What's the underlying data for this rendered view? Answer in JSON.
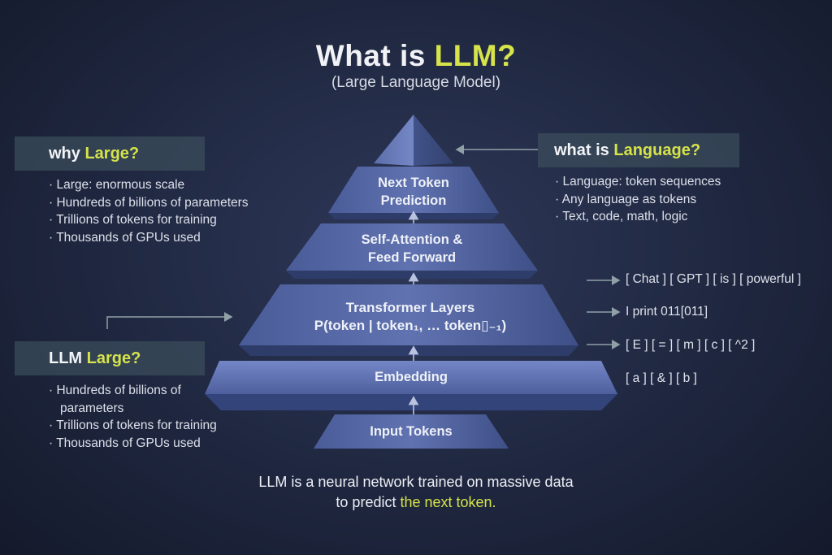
{
  "title": {
    "prefix": "What is ",
    "highlight": "LLM?"
  },
  "subtitle": "(Large Language Model)",
  "why_large": {
    "prefix": "why ",
    "highlight": "Large?",
    "bullets": [
      "Large: enormous scale",
      "Hundreds of billions of parameters",
      "Trillions of tokens for training",
      "Thousands of GPUs used"
    ]
  },
  "what_language": {
    "prefix": "what is ",
    "highlight": "Language?",
    "bullets": [
      "Language: token sequences",
      "Any language as tokens",
      "Text, code, math, logic"
    ]
  },
  "llm_large": {
    "prefix": "LLM ",
    "highlight": "Large?",
    "bullets": [
      "Hundreds of billions of",
      "parameters",
      "Trillions of tokens for training",
      "Thousands of GPUs used"
    ]
  },
  "layers": {
    "next_token": {
      "line1": "Next Token",
      "line2": "Prediction"
    },
    "self_attention": {
      "line1": "Self-Attention &",
      "line2": "Feed Forward"
    },
    "transformer": {
      "line1": "Transformer Layers",
      "line2": "P(token | token₁, … token▯₋₁)"
    },
    "embedding": "Embedding",
    "input": "Input Tokens"
  },
  "token_examples": [
    "[ Chat ] [ GPT ] [ is ] [ powerful ]",
    "I print 011[011]",
    "[ E ] [ = ] [ m ] [ c ] [ ^2 ]",
    "[ a ] [ & ] [ b ]"
  ],
  "footer": {
    "line1": "LLM is a neural network trained on massive data",
    "line2_prefix": "to predict ",
    "line2_highlight": "the next token."
  },
  "colors": {
    "accent": "#d6e34a",
    "layer_top": "#6a7fc0",
    "layer_side": "#3c4d86"
  }
}
